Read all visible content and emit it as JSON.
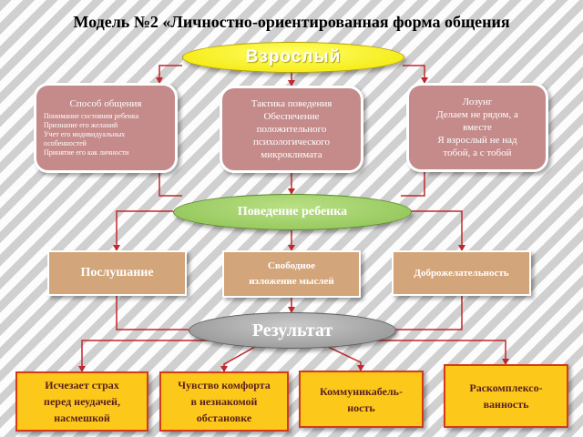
{
  "title": "Модель №2 «Личностно-ориентированная форма общения",
  "adult": "Взрослый",
  "method": {
    "heading": "Способ общения",
    "items": [
      "Понимание состояния ребенка",
      "Признание его желаний",
      "Учет его индивидуальных",
      "особенностей",
      "Принятие его как личности"
    ]
  },
  "tactic": {
    "heading": "Тактика поведения",
    "lines": [
      "Обеспечение",
      "положительного",
      "психологического",
      "микроклимата"
    ]
  },
  "slogan": {
    "lines": [
      "Лозунг",
      "Делаем не рядом, а",
      "вместе",
      "Я взрослый не над",
      "тобой, а с тобой"
    ]
  },
  "behavior": "Поведение ребенка",
  "outcomes": {
    "obey": "Послушание",
    "free": [
      "Свободное",
      "изложение мыслей"
    ],
    "kind": "Доброжелательность"
  },
  "result": "Результат",
  "results": {
    "fear": [
      "Исчезает страх",
      "перед неудачей,",
      "насмешкой"
    ],
    "comfort": [
      "Чувство комфорта",
      "в незнакомой",
      "обстановке"
    ],
    "comm": [
      "Коммуникабель-",
      "ность"
    ],
    "deco": [
      "Раскомплексо-",
      "ванность"
    ]
  },
  "colors": {
    "connector": "#c1272d",
    "adult_oval": "#f2e600",
    "behavior_oval": "#8cc152",
    "result_oval": "#8e8e8e",
    "top_boxes": "#c58a8a",
    "mid_boxes": "#d3a57a",
    "bottom_boxes": "#fcc91a"
  }
}
